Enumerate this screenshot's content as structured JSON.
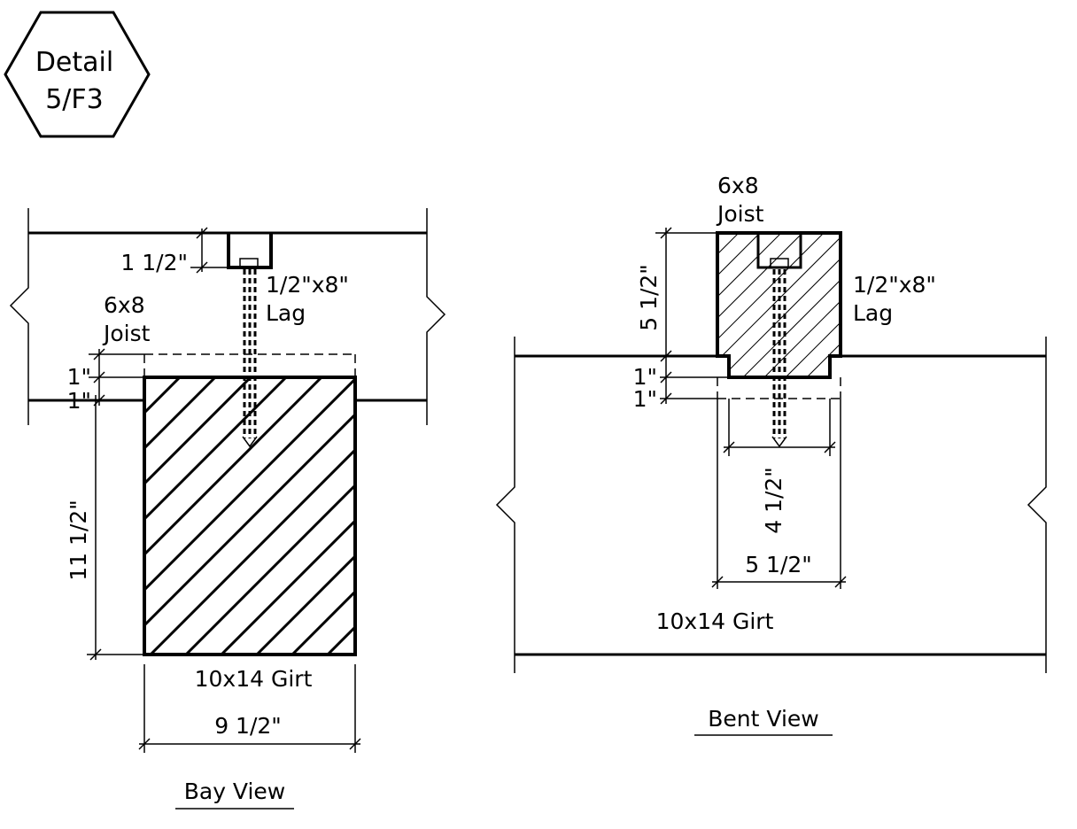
{
  "detail_tag": {
    "line1": "Detail",
    "line2": "5/F3"
  },
  "bay_view": {
    "title": "Bay View",
    "joist_label_1": "6x8",
    "joist_label_2": "Joist",
    "lag_label_1": "1/2\"x8\"",
    "lag_label_2": "Lag",
    "girt_label": "10x14 Girt",
    "dim_counterbore": "1 1/2\"",
    "dim_top_1": "1\"",
    "dim_top_2": "1\"",
    "dim_height": "11 1/2\"",
    "dim_width": "9 1/2\""
  },
  "bent_view": {
    "title": "Bent View",
    "joist_label_1": "6x8",
    "joist_label_2": "Joist",
    "lag_label_1": "1/2\"x8\"",
    "lag_label_2": "Lag",
    "girt_label": "10x14 Girt",
    "dim_joist_height": "5 1/2\"",
    "dim_notch_1": "1\"",
    "dim_notch_2": "1\"",
    "dim_inner_width": "4 1/2\"",
    "dim_outer_width": "5 1/2\""
  }
}
